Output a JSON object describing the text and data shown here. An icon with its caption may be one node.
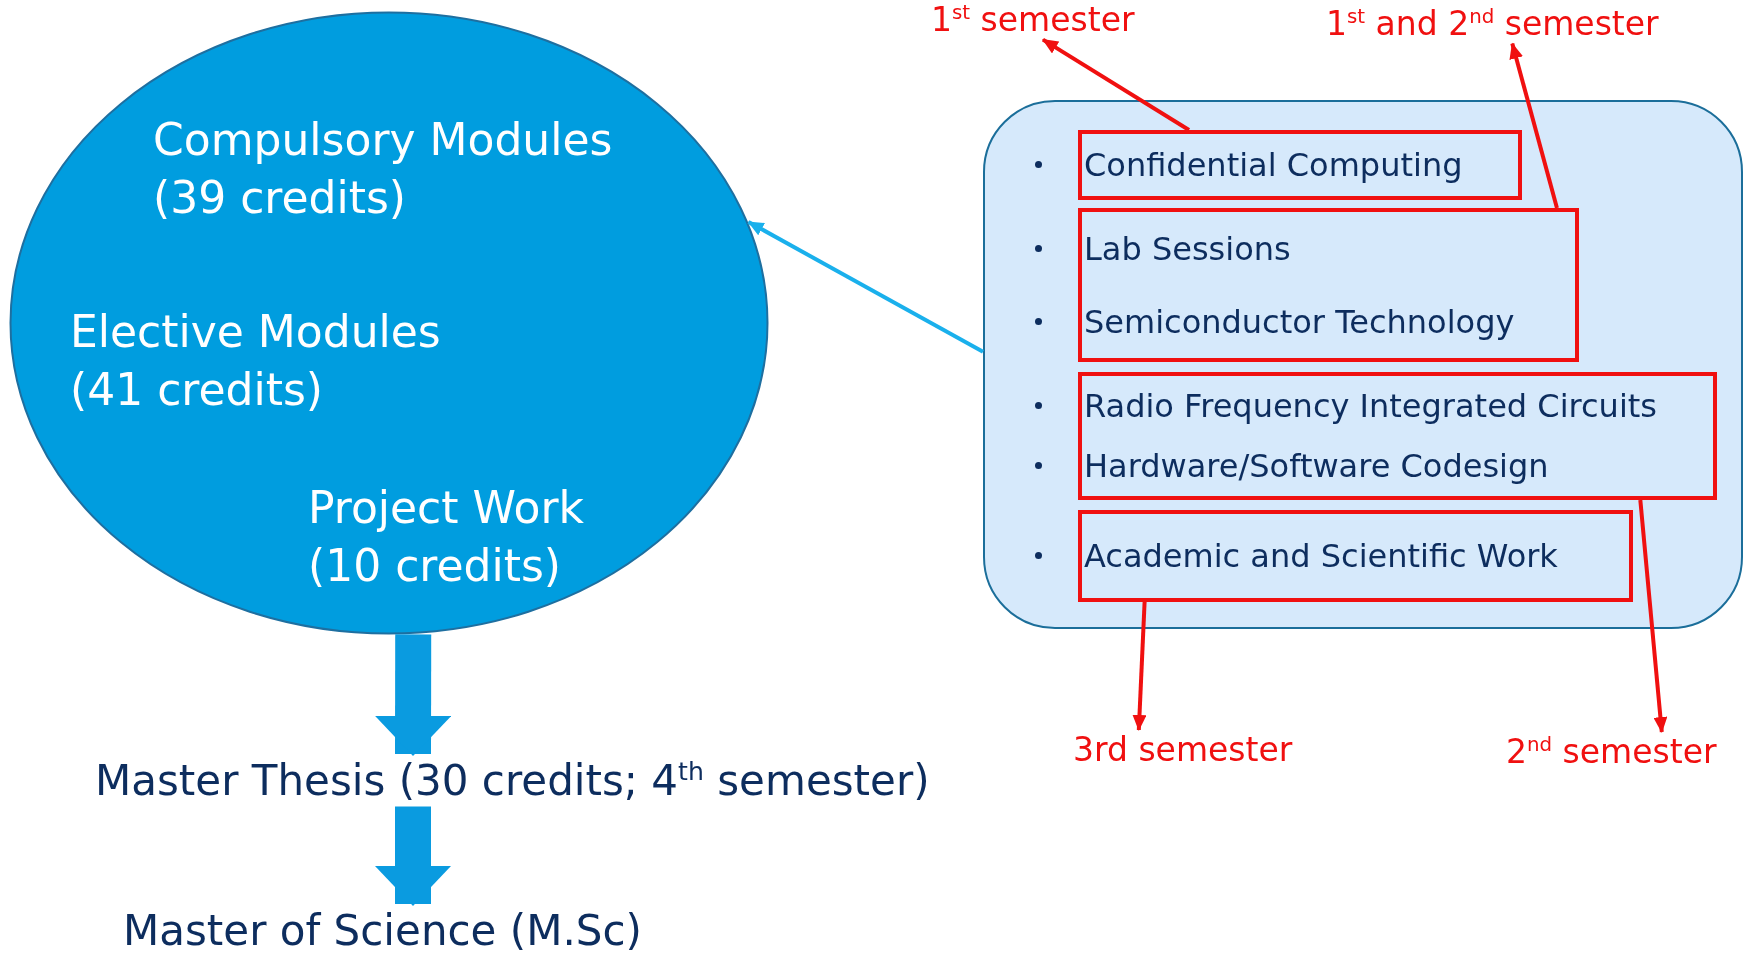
{
  "diagram": {
    "nodes": [
      {
        "text": [
          "Compulsory Modules (39 credits)",
          "Elective Modules (41 credits)",
          "Project Work (10 credits)"
        ]
      },
      {
        "text": [],
        "shape": "box"
      },
      {
        "text": [
          "Confidential Computing"
        ],
        "in": 1
      },
      {
        "text": [
          "Lab Sessions",
          "Semiconductor Technology"
        ],
        "in": 1
      },
      {
        "text": [
          "Radio Frequency Integrated Circuits",
          "Hardware/Software Codesign"
        ],
        "in": 1
      },
      {
        "text": [
          "Academic and Scientific Work"
        ],
        "in": 1
      },
      {
        "text": [
          "1$^{st}$ semester"
        ]
      },
      {
        "text": [
          "1$^{st}$ and 2$^{nd}$ semester"
        ]
      },
      {
        "text": [
          "3rd semester"
        ]
      },
      {
        "text": [
          "2$^{nd}$ semester"
        ]
      },
      {
        "text": [
          "Master Thesis (30 credits; 4$^{th}$ semester)"
        ]
      },
      {
        "text": [
          "Master of Science (M.Sc)"
        ]
      }
    ],
    "edges": [
      {
        "from": 1,
        "to": 0,
        "arrow": "to",
        "color": "#1ab0ec"
      },
      {
        "from": 0,
        "to": 10,
        "arrow": "to",
        "style": "thick",
        "color": "#0a9be0"
      },
      {
        "from": 10,
        "to": 11,
        "arrow": "to",
        "style": "thick",
        "color": "#0a9be0"
      },
      {
        "from": 2,
        "to": 6,
        "arrow": "to"
      },
      {
        "from": 3,
        "to": 7,
        "arrow": "to"
      },
      {
        "from": 5,
        "to": 8,
        "arrow": "to"
      },
      {
        "from": 4,
        "to": 9,
        "arrow": "to"
      }
    ]
  }
}
